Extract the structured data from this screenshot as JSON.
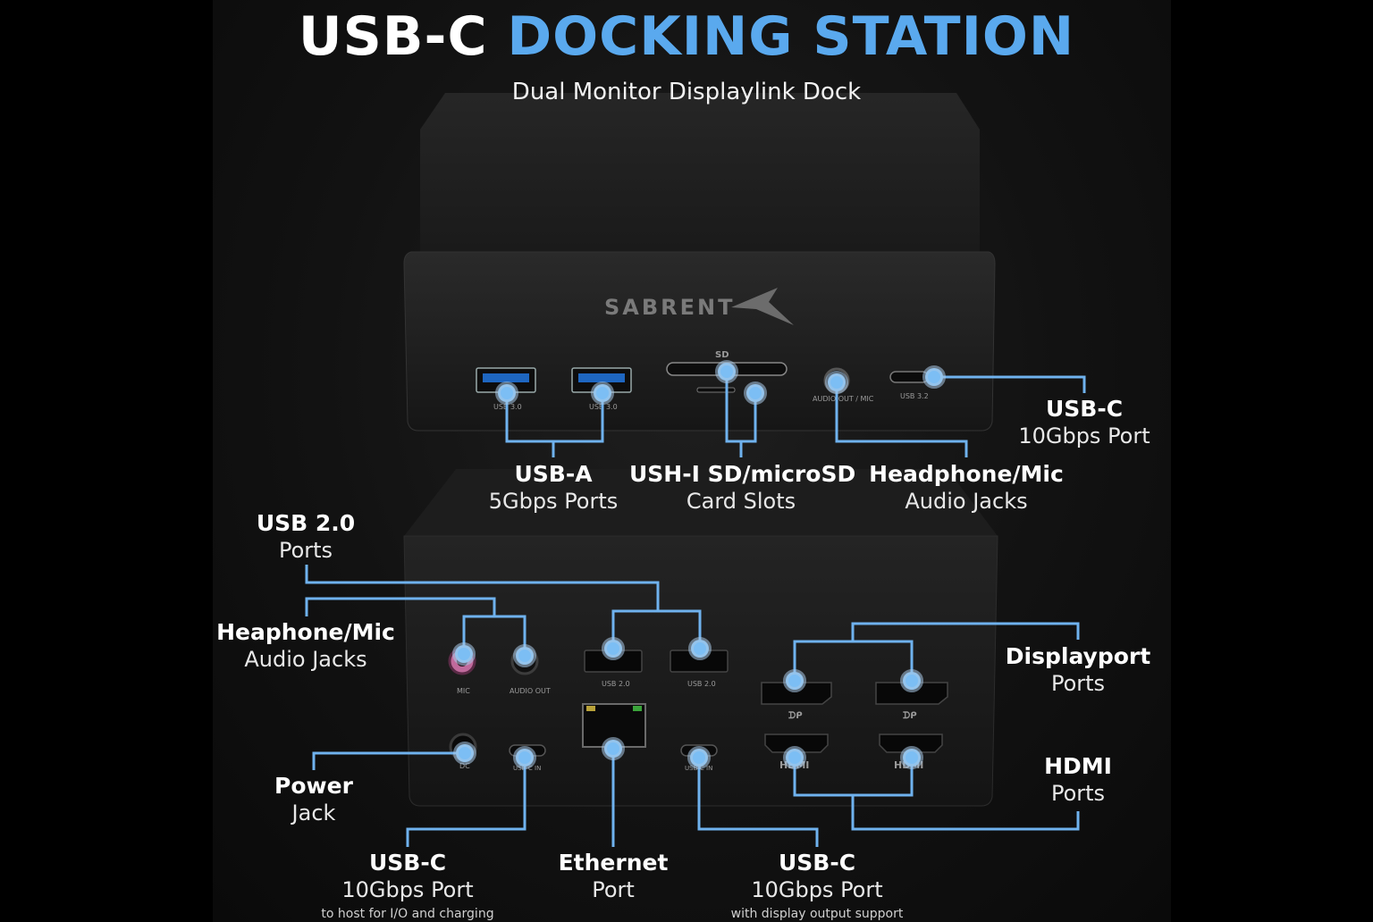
{
  "header": {
    "title_part1": "USB-C",
    "title_part2": "DOCKING STATION",
    "subtitle": "Dual Monitor Displaylink Dock"
  },
  "device": {
    "brand": "SABRENT",
    "top_port_labels": [
      "USB 3.0",
      "USB 3.0",
      "SD",
      "AUDIO OUT / MIC",
      "USB 3.2"
    ],
    "bottom_port_labels": [
      "MIC",
      "AUDIO OUT",
      "USB 2.0",
      "USB 2.0",
      "DC",
      "USB-C IN",
      "USB-C IN",
      "HDMI",
      "HDMI"
    ]
  },
  "callouts": {
    "usbc_top": {
      "title": "USB-C",
      "desc": "10Gbps Port"
    },
    "usba": {
      "title": "USB-A",
      "desc": "5Gbps Ports"
    },
    "sd": {
      "title": "USH-I SD/microSD",
      "desc": "Card Slots"
    },
    "audio_top": {
      "title": "Headphone/Mic",
      "desc": "Audio Jacks"
    },
    "usb2": {
      "title": "USB 2.0",
      "desc": "Ports"
    },
    "audio_back": {
      "title": "Heaphone/Mic",
      "desc": "Audio Jacks"
    },
    "displayport": {
      "title": "Displayport",
      "desc": "Ports"
    },
    "hdmi": {
      "title": "HDMI",
      "desc": "Ports"
    },
    "power": {
      "title": "Power",
      "desc": "Jack"
    },
    "usbc_host": {
      "title": "USB-C",
      "desc": "10Gbps Port",
      "note": "to host for I/O and charging"
    },
    "ethernet": {
      "title": "Ethernet",
      "desc": "Port"
    },
    "usbc_display": {
      "title": "USB-C",
      "desc": "10Gbps Port",
      "note": "with display output support"
    }
  },
  "colors": {
    "accent_blue": "#5aa9ee",
    "callout_line": "#6fb2ee",
    "dot_fill": "#7cbef4",
    "device_body": "#1b1b1b",
    "background": "#000000"
  }
}
